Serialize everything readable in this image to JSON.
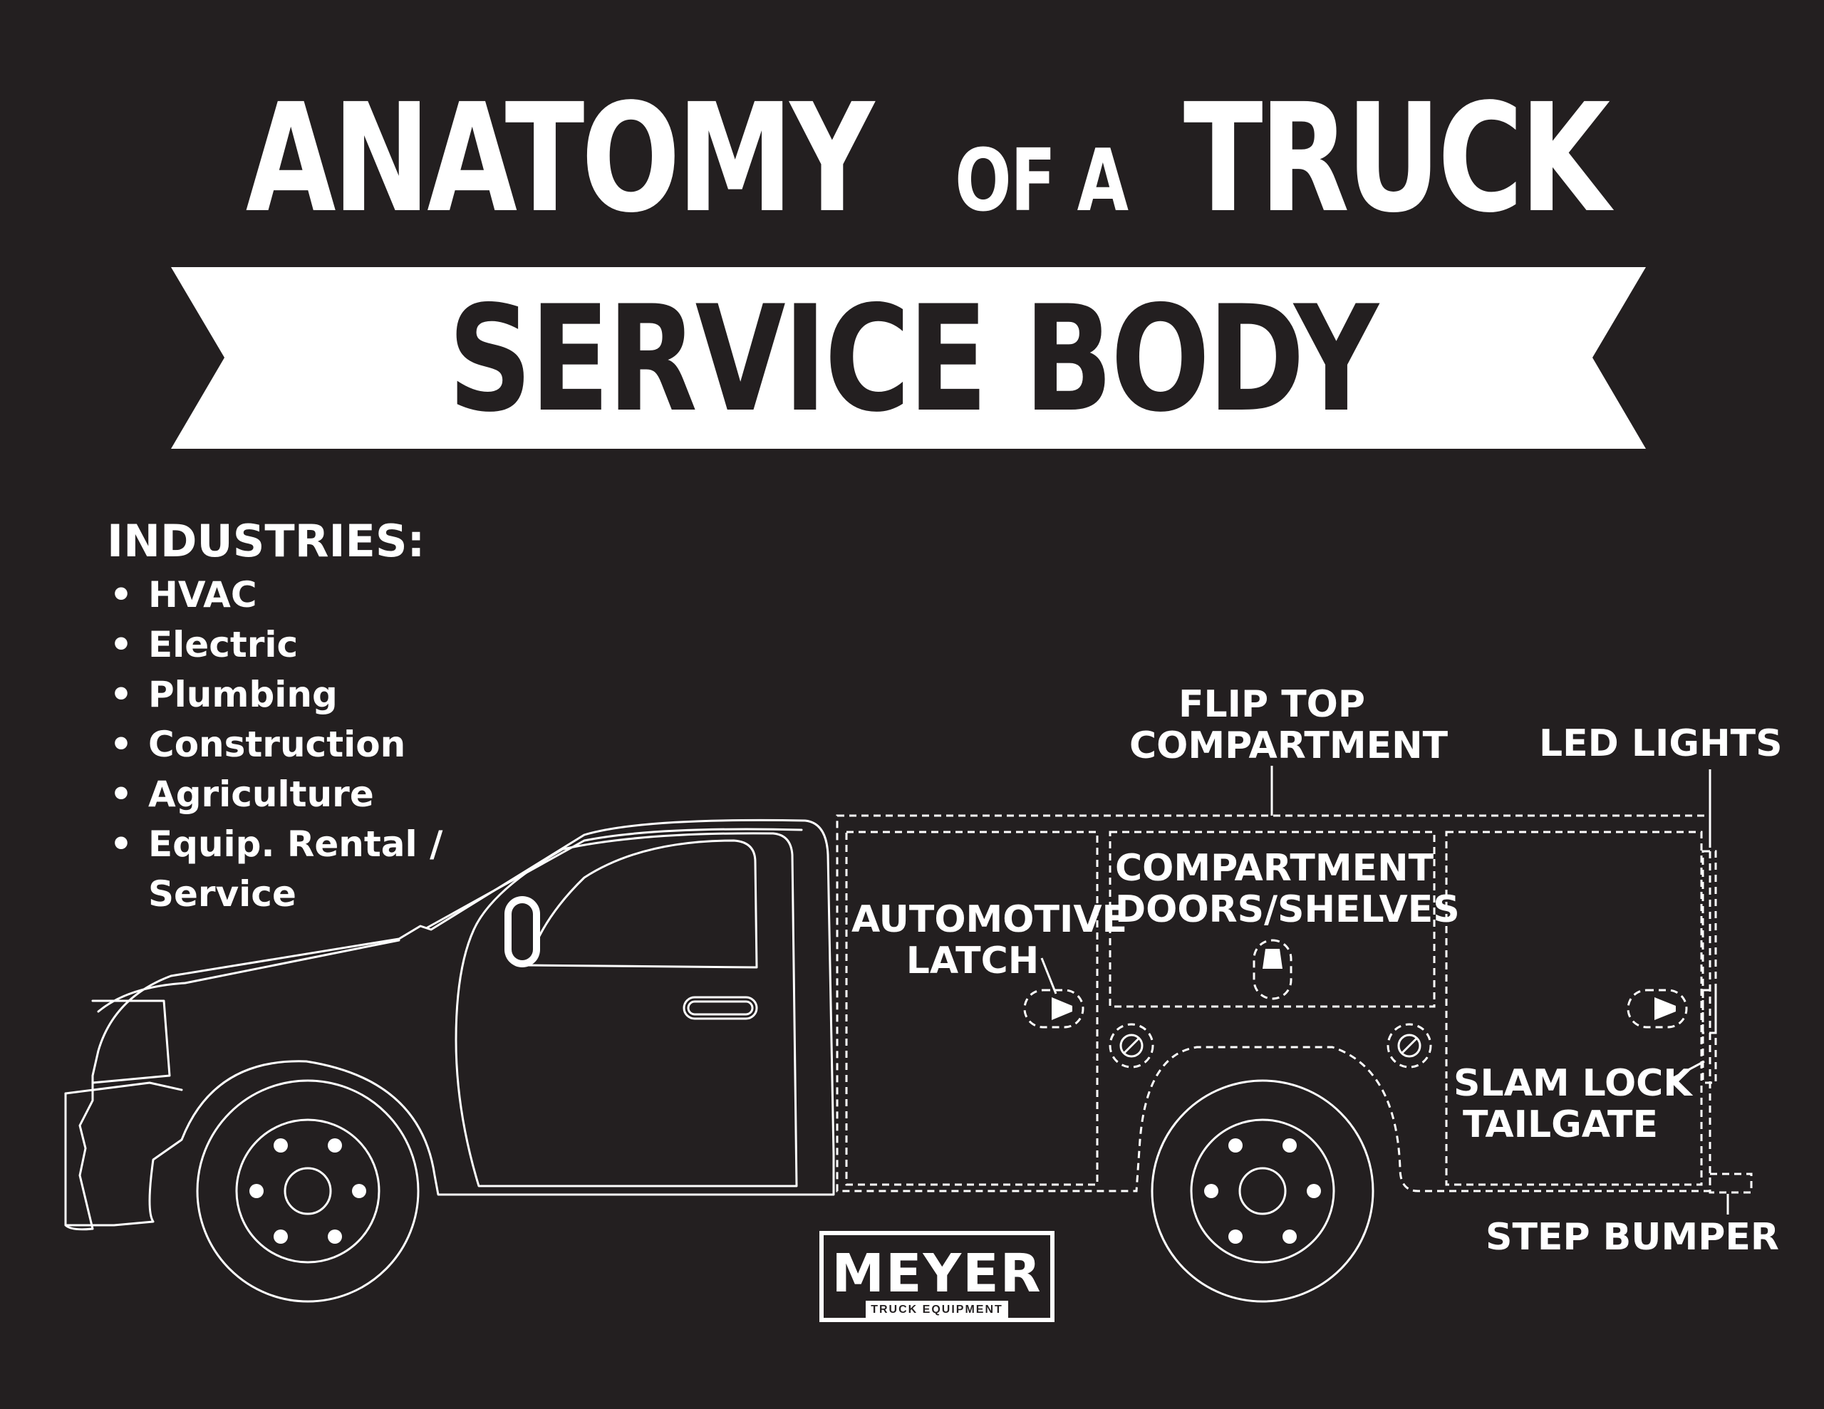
{
  "title": {
    "word1": "ANATOMY",
    "word2": "OF A",
    "word3": "TRUCK",
    "banner": "SERVICE BODY"
  },
  "industries": {
    "heading": "INDUSTRIES:",
    "items": [
      "HVAC",
      "Electric",
      "Plumbing",
      "Construction",
      "Agriculture",
      "Equip. Rental /"
    ],
    "continuation": "Service"
  },
  "callouts": {
    "flip_top": [
      "FLIP TOP",
      "COMPARTMENT"
    ],
    "led_lights": "LED LIGHTS",
    "compartment_doors": [
      "COMPARTMENT",
      "DOORS/SHELVES"
    ],
    "automotive_latch": [
      "AUTOMOTIVE",
      "LATCH"
    ],
    "slam_lock": [
      "SLAM LOCK",
      "TAILGATE"
    ],
    "step_bumper": "STEP BUMPER"
  },
  "logo": {
    "name": "MEYER",
    "tagline": "TRUCK EQUIPMENT"
  },
  "colors": {
    "background": "#231f20",
    "foreground": "#ffffff"
  }
}
